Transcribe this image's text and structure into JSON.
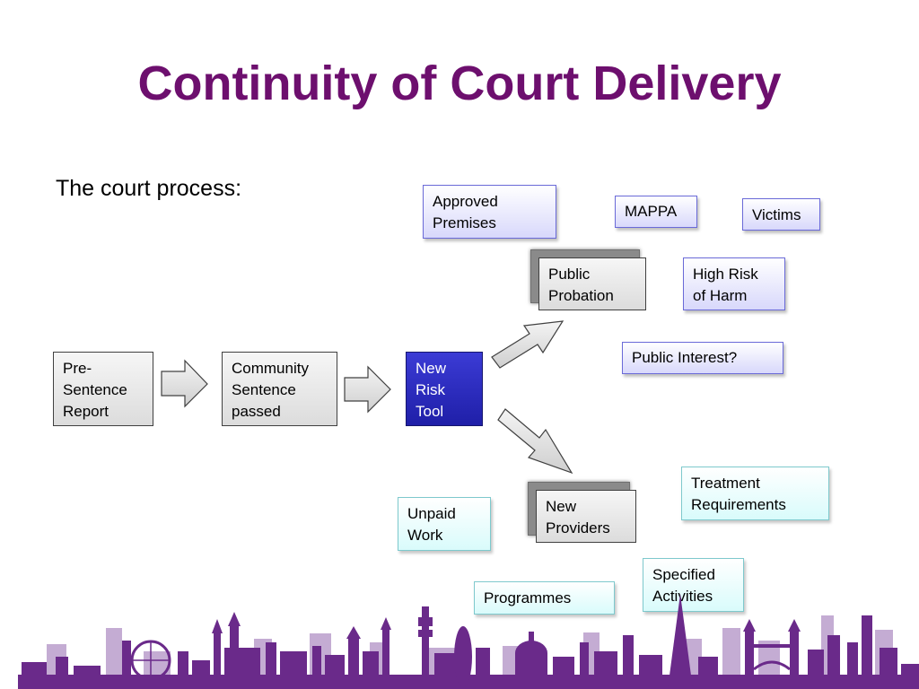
{
  "title": "Continuity of Court Delivery",
  "subtitle": "The court process:",
  "flow": {
    "pre_sentence": "Pre-\nSentence\nReport",
    "community": "Community\nSentence\npassed",
    "risk_tool": "New\nRisk\nTool",
    "public_probation": "Public\nProbation",
    "new_providers": "New\nProviders"
  },
  "public_side": {
    "approved_premises": "Approved\nPremises",
    "mappa": "MAPPA",
    "victims": "Victims",
    "high_risk": "High Risk\nof Harm",
    "public_interest": "Public Interest?"
  },
  "provider_side": {
    "treatment": "Treatment\nRequirements",
    "unpaid_work": "Unpaid\nWork",
    "specified_activities": "Specified\nActivities",
    "programmes": "Programmes"
  },
  "colors": {
    "title": "#6d0f6e",
    "skyline": "#6a2a8a",
    "skyline_light": "#b79ac8"
  }
}
